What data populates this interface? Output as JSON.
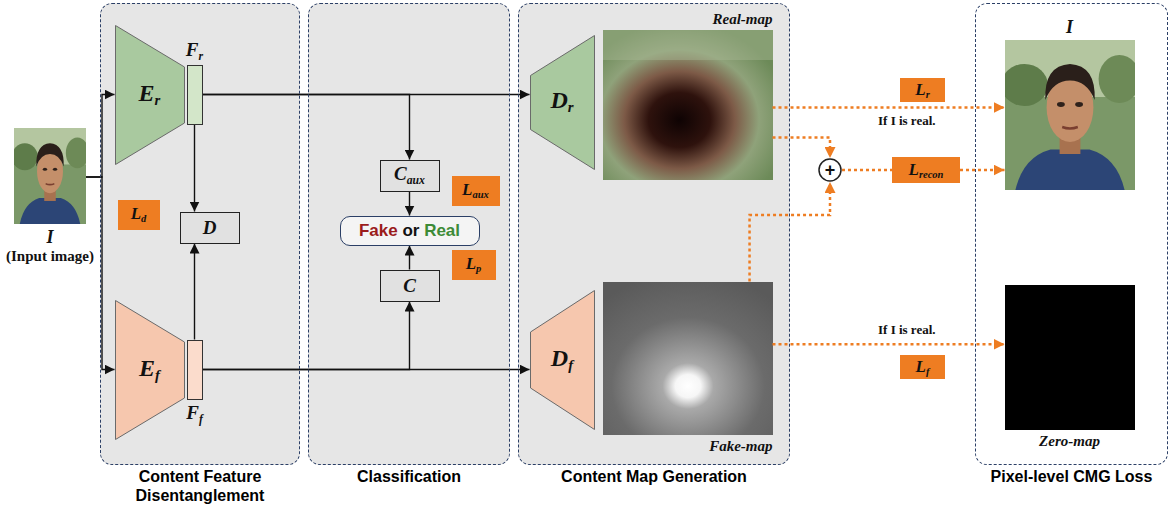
{
  "diagram": {
    "nodes": [
      {
        "text": [
          "I",
          "(Input image)"
        ]
      },
      {
        "text": [
          "Content Feature Disentanglement"
        ]
      },
      {
        "text": [
          "Er"
        ],
        "in": 1
      },
      {
        "text": [
          "Fr"
        ],
        "in": 1
      },
      {
        "text": [
          "D"
        ],
        "in": 1
      },
      {
        "text": [
          "Ld"
        ],
        "in": 1
      },
      {
        "text": [
          "Ef"
        ],
        "in": 1
      },
      {
        "text": [
          "Ff"
        ],
        "in": 1
      },
      {
        "text": [
          "Classification"
        ]
      },
      {
        "text": [
          "Caux"
        ],
        "in": 8
      },
      {
        "text": [
          "Laux"
        ],
        "in": 8
      },
      {
        "text": [
          "Fake or Real"
        ],
        "in": 8
      },
      {
        "text": [
          "Lp"
        ],
        "in": 8
      },
      {
        "text": [
          "C"
        ],
        "in": 8
      },
      {
        "text": [
          "Content Map Generation"
        ]
      },
      {
        "text": [
          "Dr"
        ],
        "in": 14
      },
      {
        "text": [
          "Real-map"
        ],
        "in": 14
      },
      {
        "text": [
          "Fake-map"
        ],
        "in": 14
      },
      {
        "text": [
          "Df"
        ],
        "in": 14
      },
      {
        "text": [
          "+"
        ]
      },
      {
        "text": [
          "Lr"
        ]
      },
      {
        "text": [
          "Lrecon"
        ]
      },
      {
        "text": [
          "Lf"
        ]
      },
      {
        "text": [
          "Pixel-level CMG Loss"
        ]
      },
      {
        "text": [
          "I"
        ],
        "in": 23
      },
      {
        "text": [
          "Zero-map"
        ],
        "in": 23
      }
    ],
    "edges": [
      {
        "from": 0,
        "to": 2,
        "arrow": "to"
      },
      {
        "from": 0,
        "to": 6,
        "arrow": "to"
      },
      {
        "from": 3,
        "to": 4,
        "arrow": "to"
      },
      {
        "from": 7,
        "to": 4,
        "arrow": "to"
      },
      {
        "from": 3,
        "to": 15,
        "arrow": "to"
      },
      {
        "from": 3,
        "to": 9,
        "arrow": "to"
      },
      {
        "from": 9,
        "to": 11,
        "arrow": "to"
      },
      {
        "from": 13,
        "to": 11,
        "arrow": "to"
      },
      {
        "from": 7,
        "to": 13,
        "arrow": "to"
      },
      {
        "from": 7,
        "to": 18,
        "arrow": "to"
      },
      {
        "from": 16,
        "to": 24,
        "arrow": "to"
      },
      {
        "from": 16,
        "to": 19,
        "arrow": "to"
      },
      {
        "from": 17,
        "to": 19,
        "arrow": "to"
      },
      {
        "from": 19,
        "to": 21,
        "arrow": "none"
      },
      {
        "from": 21,
        "to": 24,
        "arrow": "to"
      },
      {
        "from": 17,
        "to": 25,
        "arrow": "to"
      }
    ],
    "labels": [
      "If I is real.",
      "If I is real."
    ]
  }
}
